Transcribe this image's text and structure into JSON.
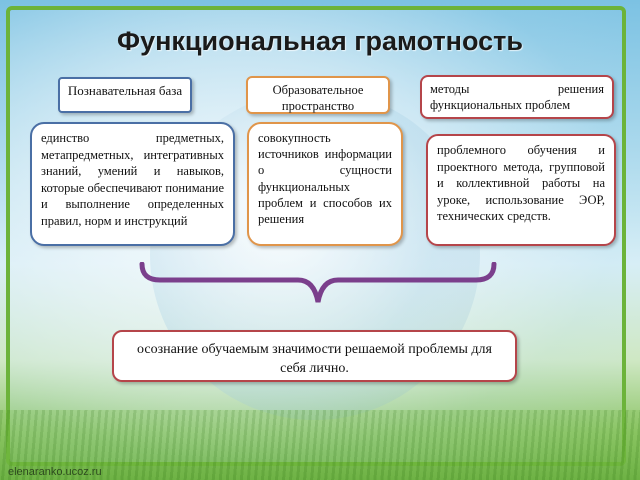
{
  "title": "Функциональная грамотность",
  "headers": {
    "left": "Познавательная база",
    "center": "Образовательное пространство",
    "right": "методы решения функциональных проблем"
  },
  "bodies": {
    "left": "единство предметных, метапредметных, интегративных знаний, умений и навыков, которые обеспечивают понимание и выполнение определенных правил, норм и инструкций",
    "center": "совокупность источников информации о сущности функциональных проблем и способов их решения",
    "right": "проблемного обучения и проектного метода, групповой и коллективной работы на уроке, использование ЭОР, технических средств."
  },
  "conclusion": "осознание обучаемым значимости решаемой проблемы для себя лично.",
  "watermark": "elenaranko.ucoz.ru",
  "colors": {
    "left_border": "#4a6fa5",
    "center_border": "#e0954a",
    "right_border": "#b5454a",
    "bracket": "#7b3f8c",
    "frame": "#6cb33a"
  }
}
